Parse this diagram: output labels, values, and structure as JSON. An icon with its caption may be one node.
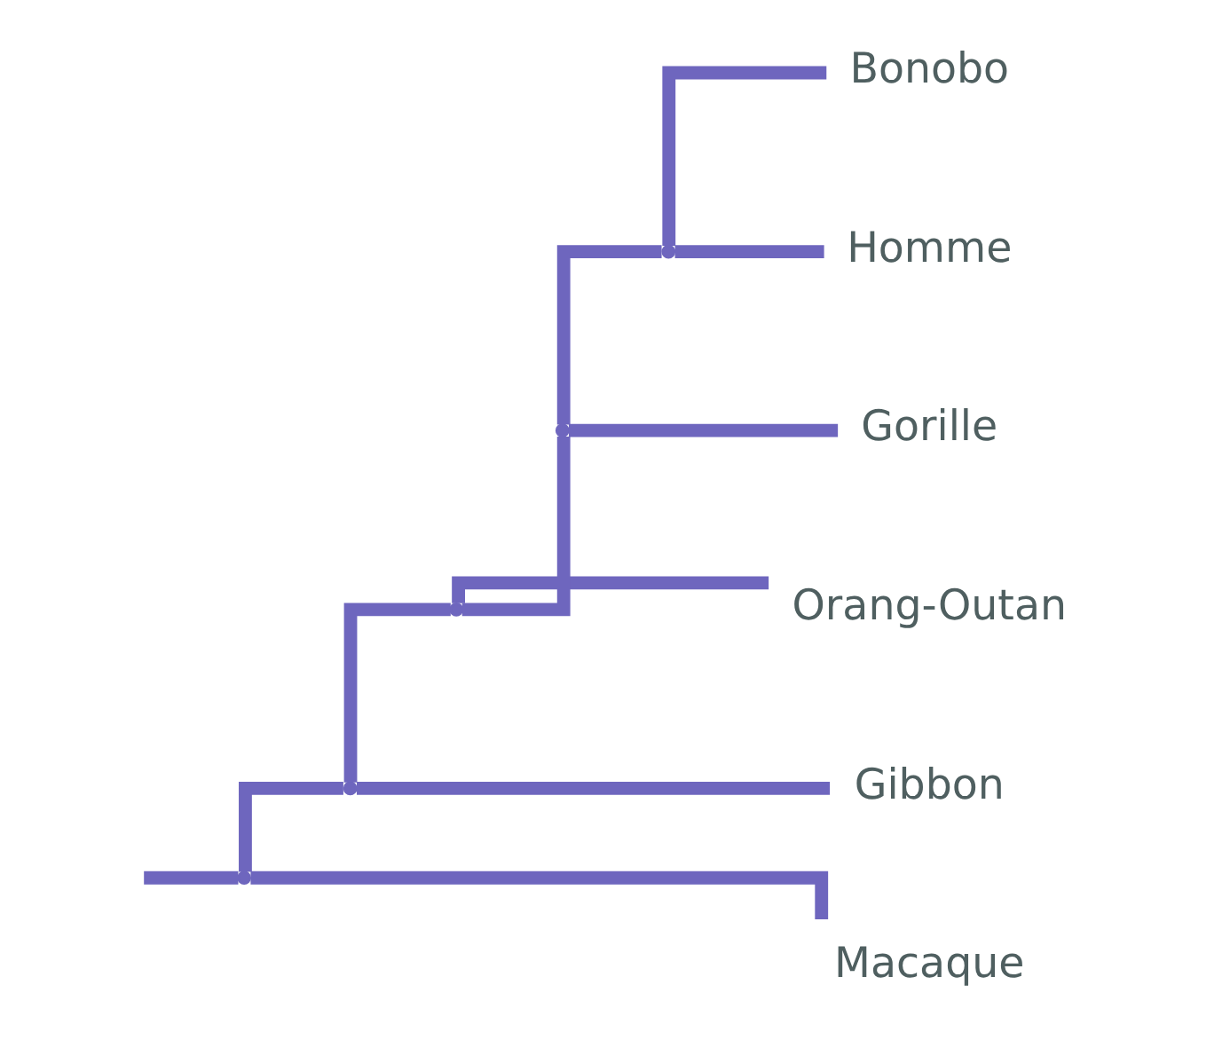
{
  "diagram": {
    "nodes": [
      {
        "text": [
          "Bonobo"
        ]
      },
      {
        "text": [
          "Homme"
        ]
      },
      {
        "text": [
          "Gorille"
        ]
      },
      {
        "text": [
          "Orang-Outan"
        ]
      },
      {
        "text": [
          "Gibbon"
        ]
      },
      {
        "text": [
          "Macaque"
        ]
      },
      {
        "text": [],
        "shape": "point"
      },
      {
        "text": [],
        "shape": "point"
      },
      {
        "text": [],
        "shape": "point"
      },
      {
        "text": [],
        "shape": "point"
      },
      {
        "text": [],
        "shape": "point"
      }
    ],
    "edges": [
      {
        "from": null,
        "to": 6,
        "arrow": "none"
      },
      {
        "from": 6,
        "to": 5,
        "arrow": "none"
      },
      {
        "from": 6,
        "to": 7,
        "arrow": "none"
      },
      {
        "from": 7,
        "to": 4,
        "arrow": "none"
      },
      {
        "from": 7,
        "to": 8,
        "arrow": "none"
      },
      {
        "from": 8,
        "to": 3,
        "arrow": "none"
      },
      {
        "from": 8,
        "to": 9,
        "arrow": "none"
      },
      {
        "from": 9,
        "to": 2,
        "arrow": "none"
      },
      {
        "from": 9,
        "to": 10,
        "arrow": "none"
      },
      {
        "from": 10,
        "to": 0,
        "arrow": "none"
      },
      {
        "from": 10,
        "to": 1,
        "arrow": "none"
      }
    ]
  }
}
